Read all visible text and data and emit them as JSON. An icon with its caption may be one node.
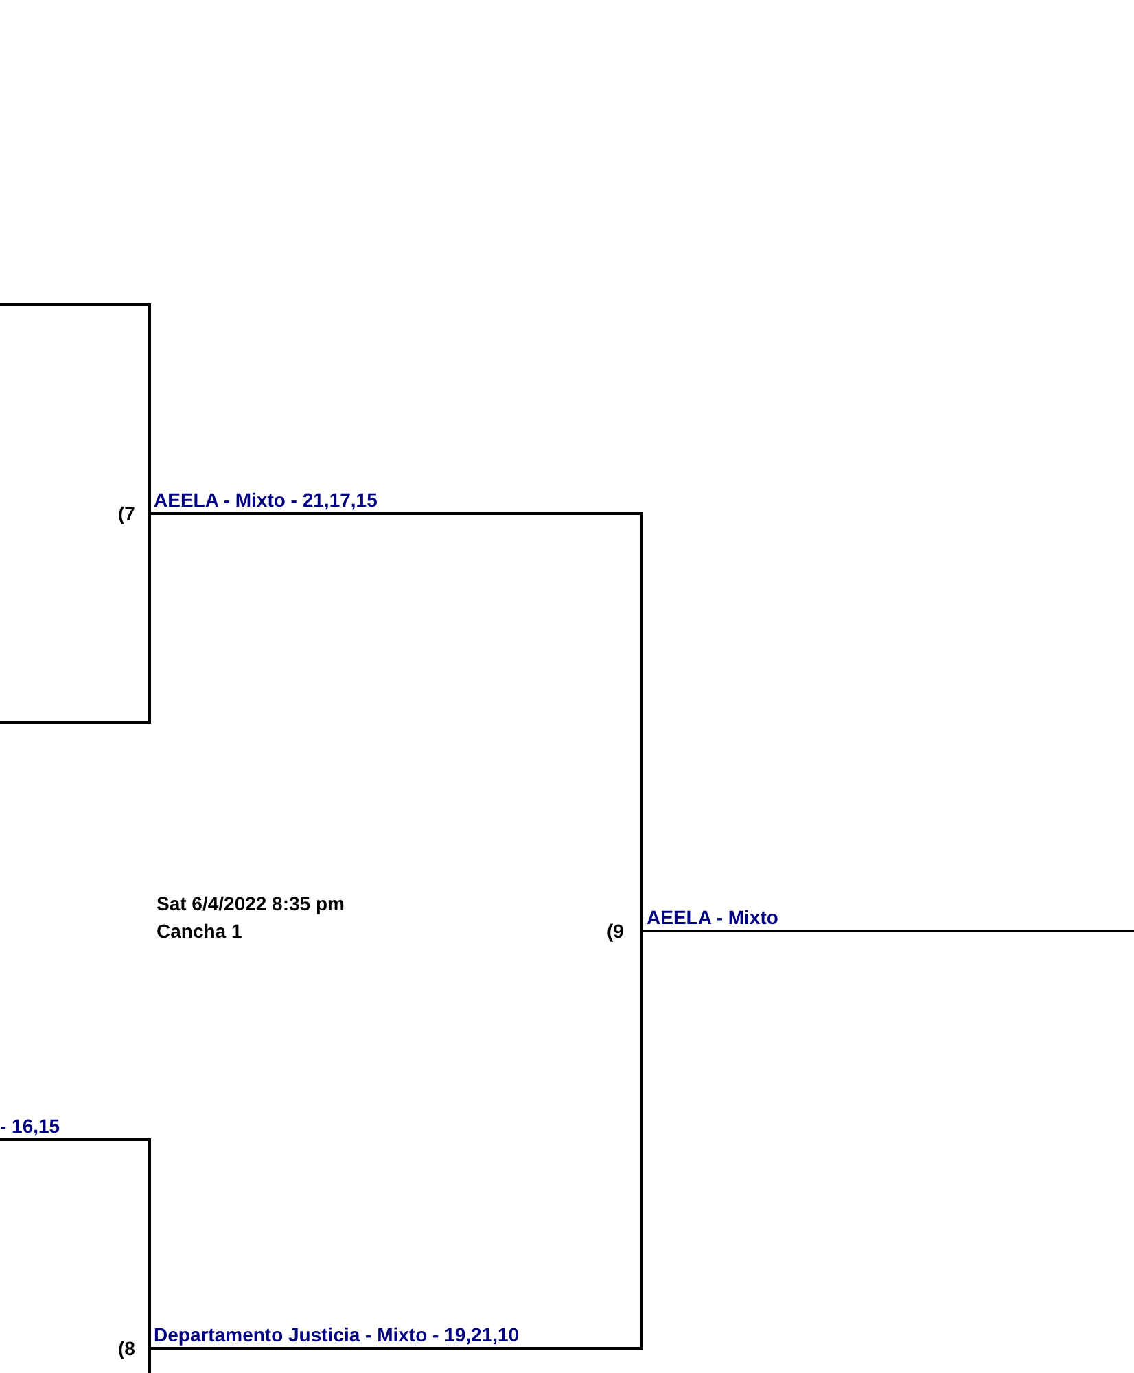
{
  "diagram": {
    "labels": [
      "AEELA - Mixto - 21,17,15",
      "(7",
      "Sat 6/4/2022 8:35 pm",
      "Cancha 1",
      "AEELA - Mixto",
      "(9",
      "- 16,15",
      "Departamento Justicia - Mixto - 19,21,10",
      "(8"
    ]
  }
}
